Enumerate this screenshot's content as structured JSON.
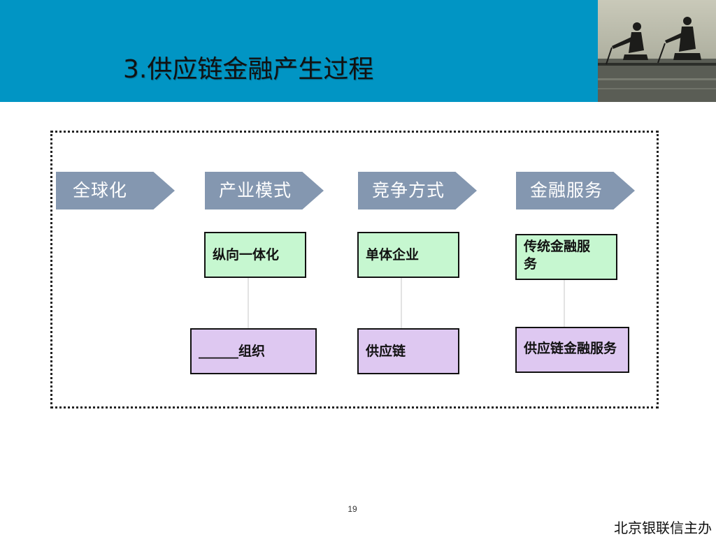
{
  "header": {
    "title": "3.供应链金融产生过程",
    "band_color": "#0195c4",
    "photo_icon": "rowers-photo"
  },
  "diagram": {
    "chevron_color": "#8497b0",
    "stages": [
      {
        "label": "全球化"
      },
      {
        "label": "产业模式",
        "top_box": "纵向一体化",
        "bottom_box": "组织",
        "bottom_blank": "______"
      },
      {
        "label": "竞争方式",
        "top_box": "单体企业",
        "bottom_box": "供应链"
      },
      {
        "label": "金融服务",
        "top_box": "传统金融服务",
        "bottom_box": "供应链金融服务"
      }
    ],
    "top_box_color": "#c6f7d0",
    "bottom_box_color": "#dec8f1"
  },
  "footer": {
    "page_number": "19",
    "organization": "北京银联信主办"
  }
}
